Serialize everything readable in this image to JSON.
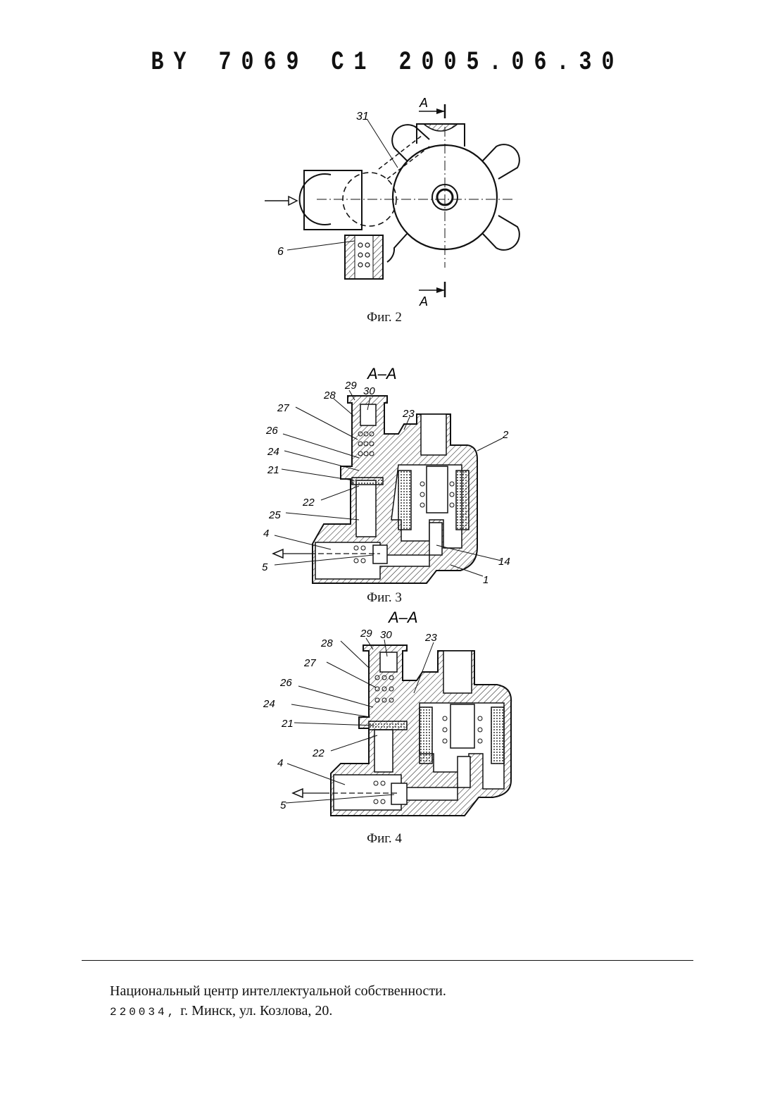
{
  "header": {
    "doc_id": "BY 7069 C1 2005.06.30"
  },
  "figures": [
    {
      "caption": "Фиг. 2",
      "labels": {
        "l31": "31",
        "l6": "6",
        "sectA_top": "A",
        "sectA_bottom": "A"
      }
    },
    {
      "caption": "Фиг. 3",
      "title": "A–A",
      "labels": {
        "l29": "29",
        "l30": "30",
        "l28": "28",
        "l27": "27",
        "l23": "23",
        "l2": "2",
        "l26": "26",
        "l24": "24",
        "l21": "21",
        "l22": "22",
        "l25": "25",
        "l4": "4",
        "l5": "5",
        "l14": "14",
        "l1": "1"
      }
    },
    {
      "caption": "Фиг. 4",
      "title": "A–A",
      "labels": {
        "l29": "29",
        "l30": "30",
        "l28": "28",
        "l23": "23",
        "l27": "27",
        "l26": "26",
        "l24": "24",
        "l21": "21",
        "l22": "22",
        "l4": "4",
        "l5": "5"
      }
    }
  ],
  "footer": {
    "org": "Национальный центр интеллектуальной собственности.",
    "postcode": "220034,",
    "address": "г. Минск, ул. Козлова, 20."
  }
}
